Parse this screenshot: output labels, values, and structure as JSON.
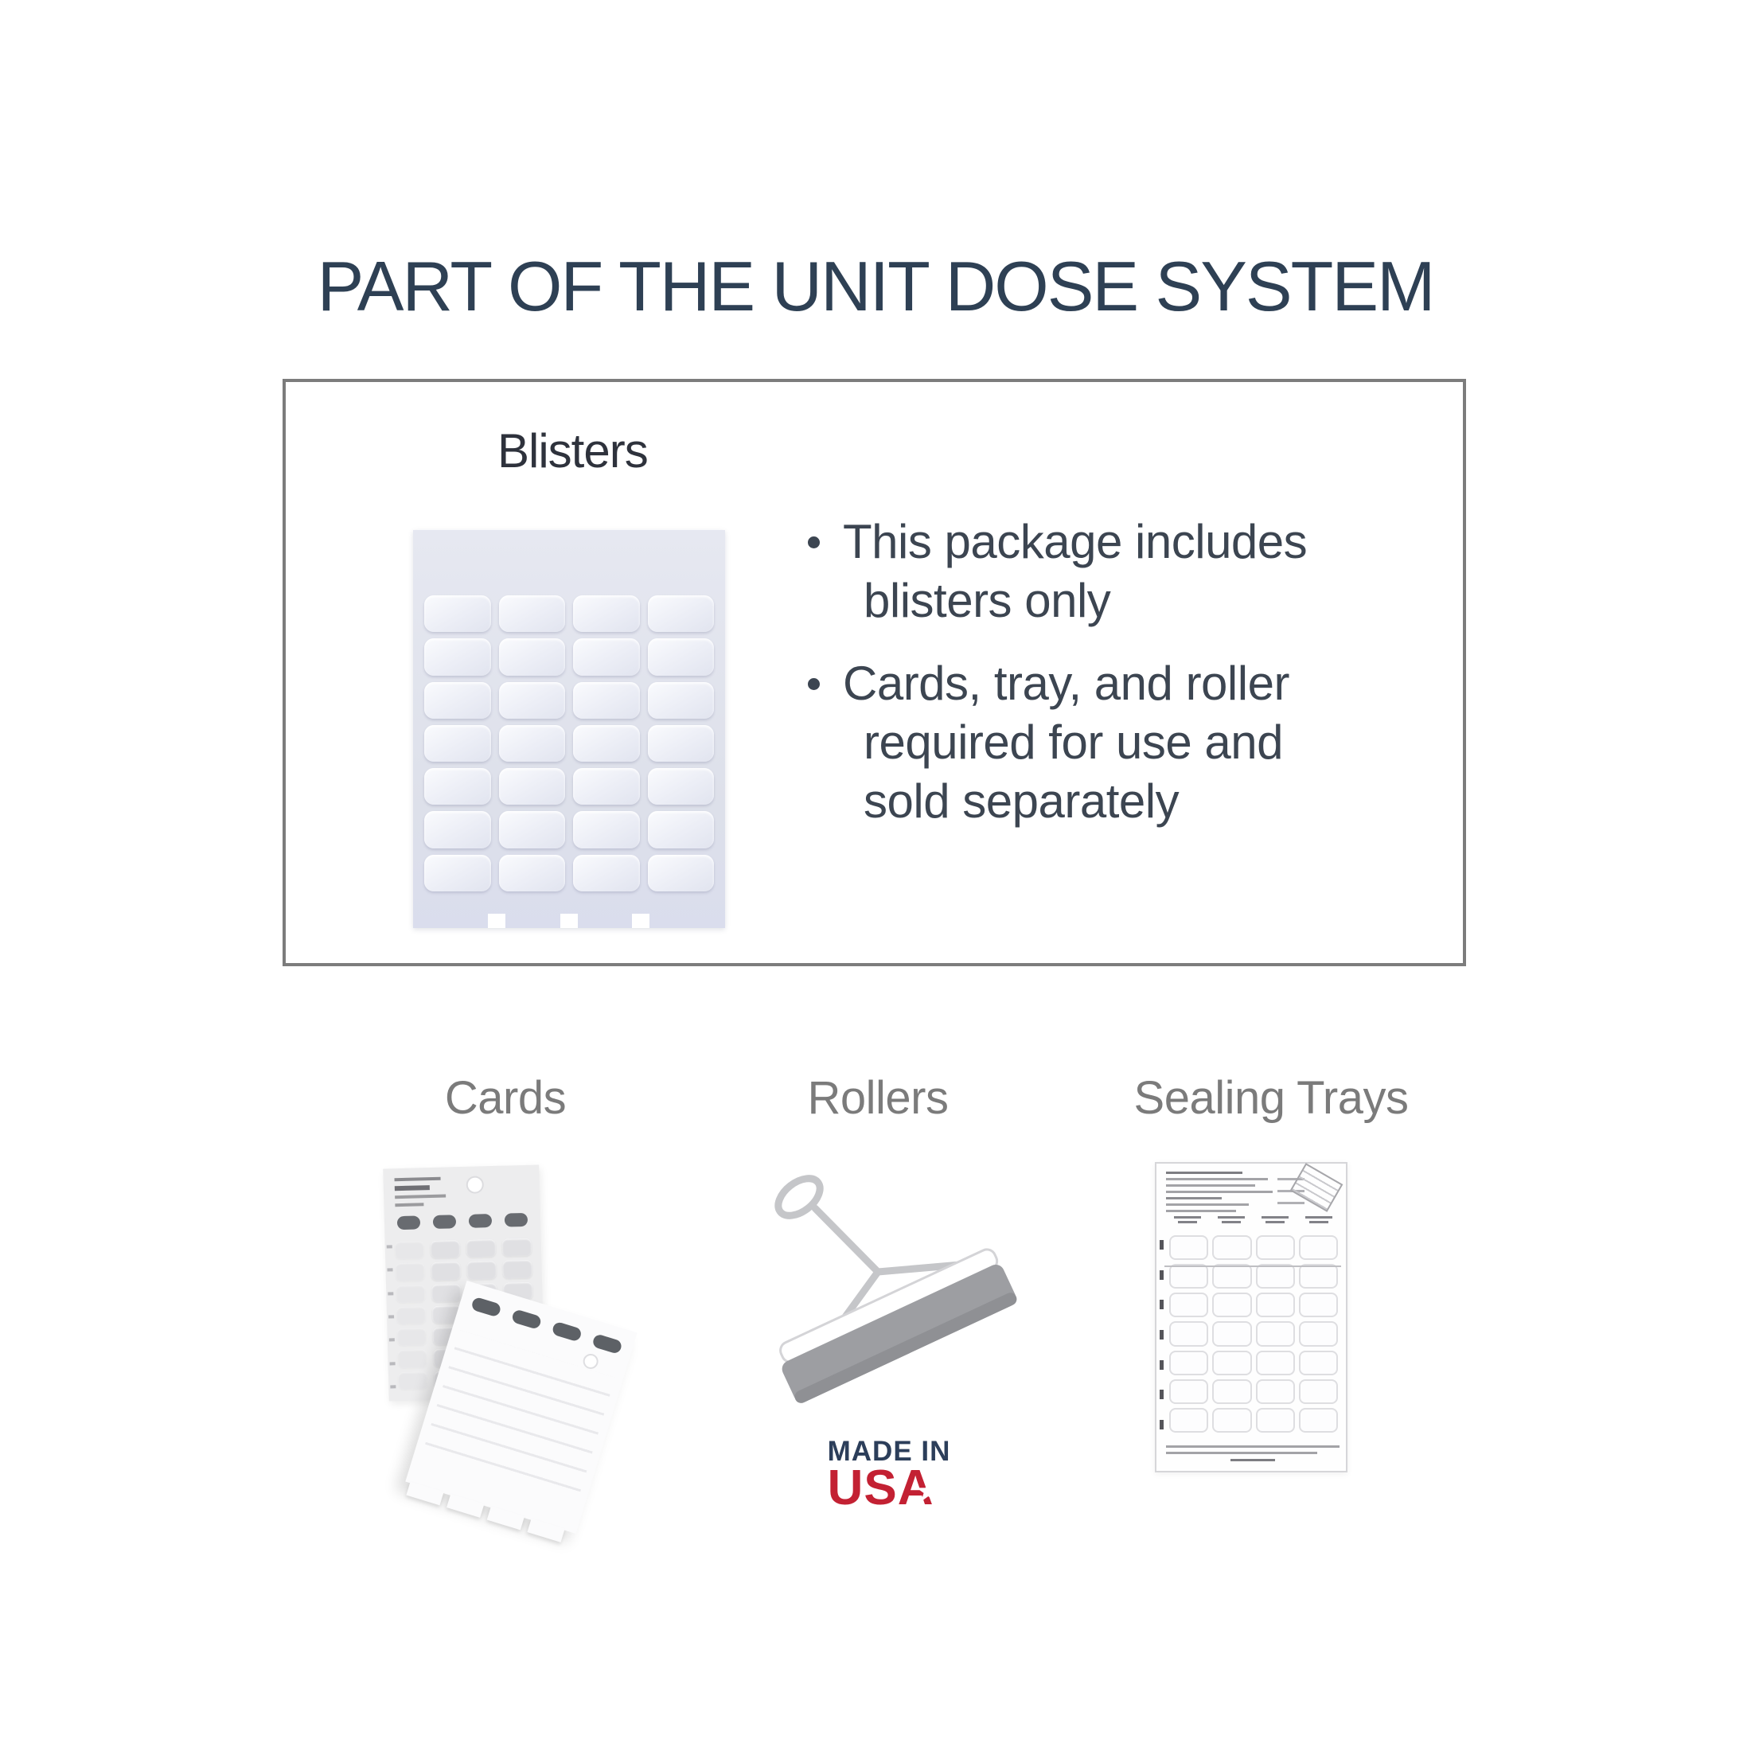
{
  "title": {
    "text": "PART OF THE UNIT DOSE SYSTEM"
  },
  "info_box": {
    "label": "Blisters",
    "bullets": [
      {
        "lines": [
          "This package includes",
          "blisters only"
        ]
      },
      {
        "lines": [
          "Cards, tray, and roller",
          "required for use and",
          "sold separately"
        ]
      }
    ]
  },
  "components": {
    "cards": {
      "label": "Cards"
    },
    "rollers": {
      "label": "Rollers"
    },
    "sealing_trays": {
      "label": "Sealing Trays"
    }
  },
  "made_in_usa": {
    "line1": "MADE IN",
    "line2": "USA",
    "star_icon": "star"
  },
  "colors": {
    "title_navy": "#2e4054",
    "body_text": "#3c4551",
    "label_gray": "#7b7b7b",
    "box_border": "#7c7c7c",
    "blister_pack_bg": "#dfe2ec",
    "card_oval_gray": "#686b70",
    "roller_gray": "#9d9ea2",
    "made_in_navy": "#2c3e5a",
    "usa_red": "#c32133"
  },
  "graphics": {
    "blister_pack": {
      "columns": 4,
      "rows": 7
    },
    "card_back_grid": {
      "columns": 4,
      "rows": 7
    },
    "card_ovals": 4,
    "sealing_tray_grid": {
      "columns": 4,
      "rows": 7
    }
  }
}
